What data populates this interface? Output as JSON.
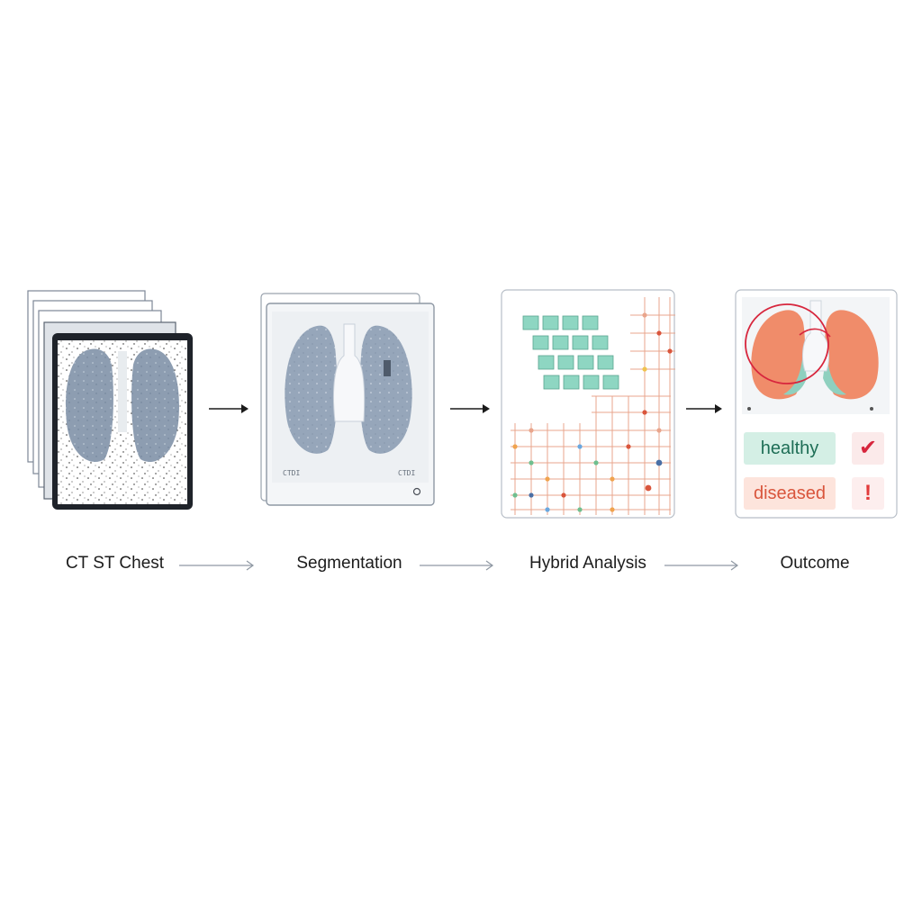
{
  "stages": [
    {
      "label": "CT ST Chest"
    },
    {
      "label": "Segmentation"
    },
    {
      "label": "Hybrid Analysis"
    },
    {
      "label": "Outcome"
    }
  ],
  "outcome": {
    "healthy_label": "healthy",
    "diseased_label": "diseased",
    "healthy_icon": "check-icon",
    "diseased_icon": "exclamation-icon"
  },
  "colors": {
    "lung_gray": "#8a9bb0",
    "lung_orange": "#f08c6a",
    "lung_teal": "#8fd0bf",
    "grid_line": "#e9a58c",
    "feature_tile": "#8ed6c2",
    "healthy_bg": "#d4efe5",
    "diseased_bg": "#fde4dc",
    "alert_red": "#d7263d"
  }
}
